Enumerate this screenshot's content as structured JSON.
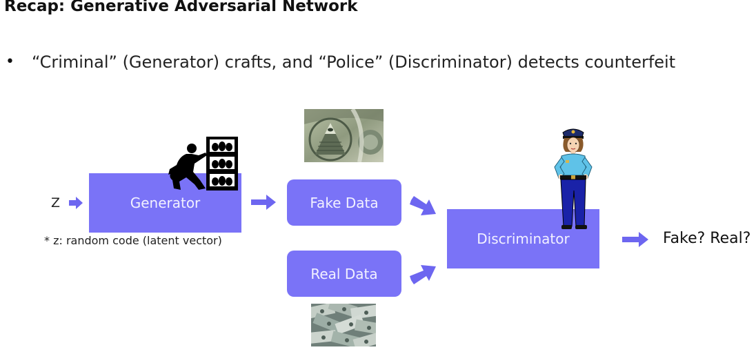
{
  "slide": {
    "title": "Recap: Generative Adversarial Network",
    "bullet": "“Criminal” (Generator) crafts, and “Police” (Discriminator) detects counterfeit"
  },
  "diagram": {
    "input_label": "Z",
    "input_note": "* z: random code (latent vector)",
    "generator_label": "Generator",
    "fake_data_label": "Fake Data",
    "real_data_label": "Real Data",
    "discriminator_label": "Discriminator",
    "output_label": "Fake? Real?"
  },
  "colors": {
    "box_fill": "#7a73f7",
    "arrow_fill": "#6d66f0"
  },
  "icons": [
    "criminal-silhouette-icon",
    "money-shelf-icon",
    "dollar-bill-image",
    "money-pile-image",
    "police-officer-icon"
  ]
}
